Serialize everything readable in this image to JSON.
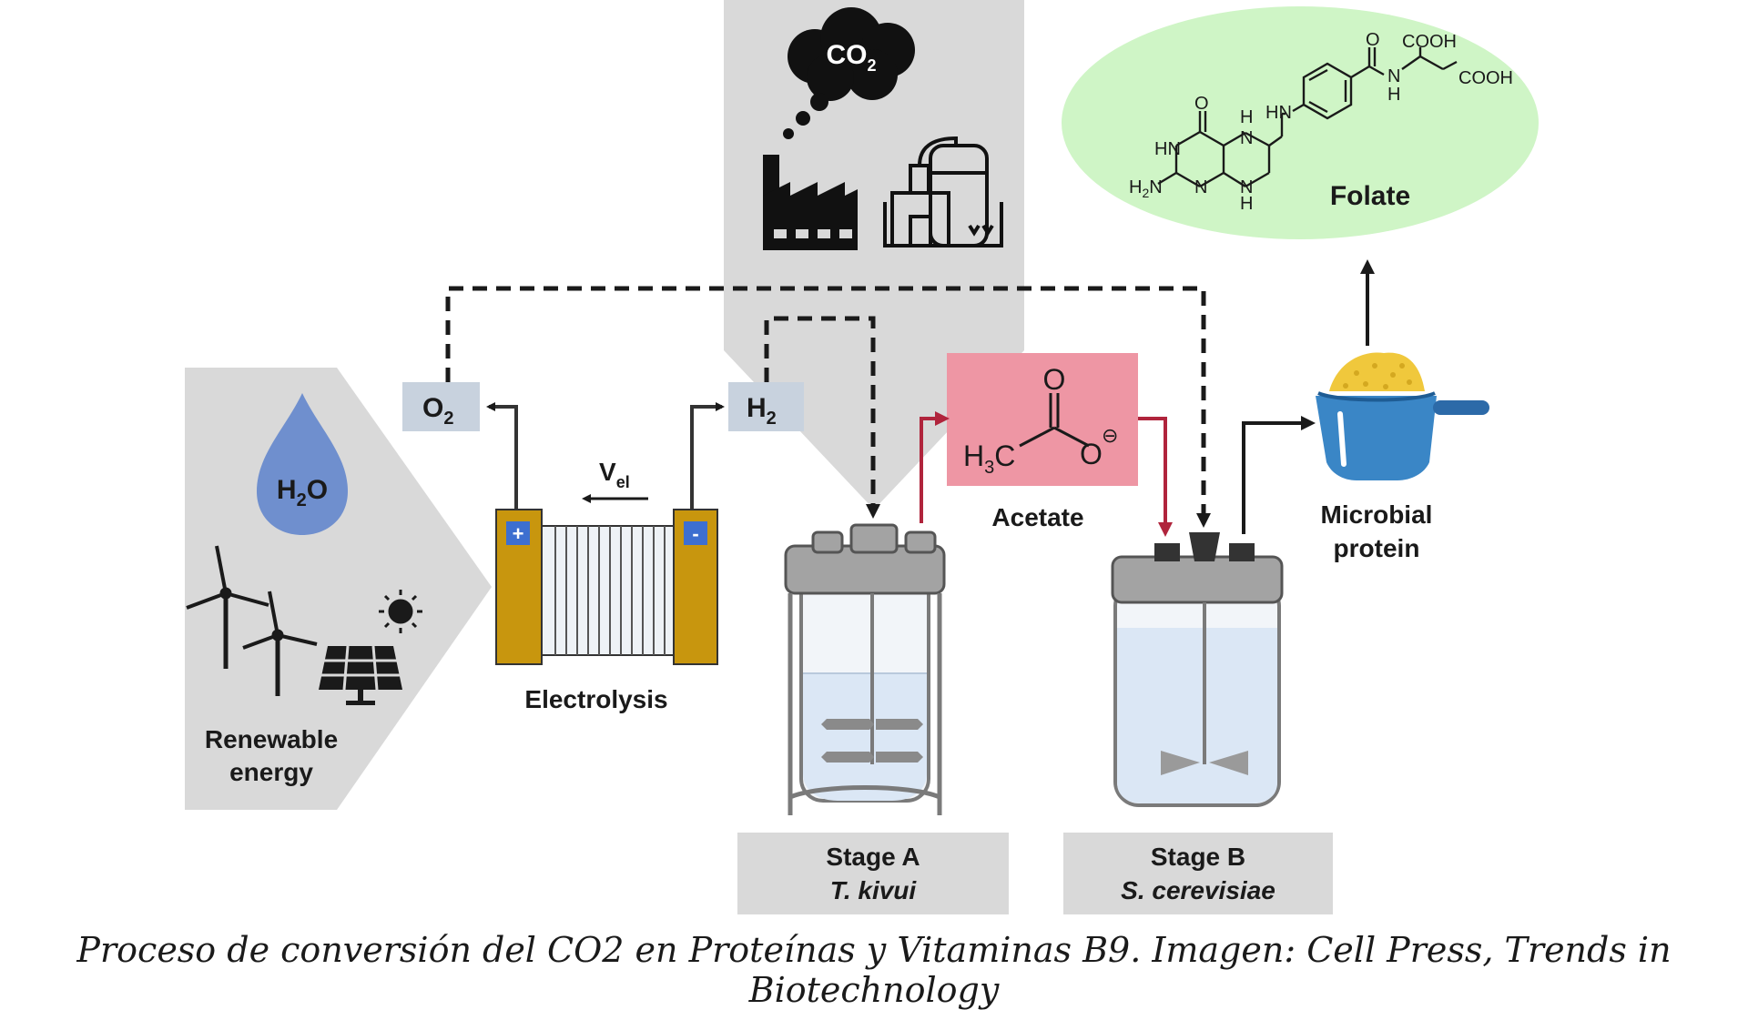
{
  "labels": {
    "co2": "CO",
    "co2_sub": "2",
    "o2": "O",
    "o2_sub": "2",
    "h2": "H",
    "h2_sub": "2",
    "h2o": "H",
    "h2o_sub": "2",
    "h2o_o": "O",
    "vel": "V",
    "vel_sub": "el",
    "plus": "+",
    "minus": "-",
    "renewable_1": "Renewable",
    "renewable_2": "energy",
    "electrolysis": "Electrolysis",
    "acetate": "Acetate",
    "acetate_h": "H",
    "acetate_h_sub": "3",
    "acetate_c": "C",
    "acetate_o_top": "O",
    "acetate_o_right": "O",
    "acetate_charge": "⊖",
    "microbial_1": "Microbial",
    "microbial_2": "protein",
    "folate": "Folate",
    "stage_a_title": "Stage A",
    "stage_a_org": "T. kivui",
    "stage_b_title": "Stage B",
    "stage_b_org": "S. cerevisiae"
  },
  "folate_atoms": {
    "cooh_1": "COOH",
    "cooh_2": "COOH",
    "o_carbonyl": "O",
    "n_amide": "N",
    "h_amide": "H",
    "hn_link": "HN",
    "o_ring": "O",
    "hn_ring": "HN",
    "h_top": "H",
    "n_top": "N",
    "n_mid": "N",
    "n_bottom": "N",
    "h_bottom": "H",
    "h2n": "H",
    "h2n_sub": "2",
    "h2n_n": "N"
  },
  "caption": "Proceso de conversión del CO2 en Proteínas y Vitaminas B9.  Imagen: Cell Press, Trends in Biotechnology",
  "colors": {
    "grey_panel": "#d9d9d9",
    "acetate_box": "#ee96a4",
    "folate_ellipse": "#cff5c6",
    "gas_box": "#c8d2de",
    "electrode": "#c8960e",
    "electrode_sign": "#3d6fd0",
    "water_drop": "#6f8fce",
    "liquid": "#dbe7f5",
    "red_arrow": "#b0243c",
    "scoop": "#3a86c6",
    "powder": "#f0c83c"
  },
  "icons": [
    "water-drop-icon",
    "wind-turbine-icon",
    "solar-panel-icon",
    "sun-icon",
    "factory-icon",
    "industrial-plant-icon",
    "cloud-icon",
    "scoop-icon"
  ]
}
